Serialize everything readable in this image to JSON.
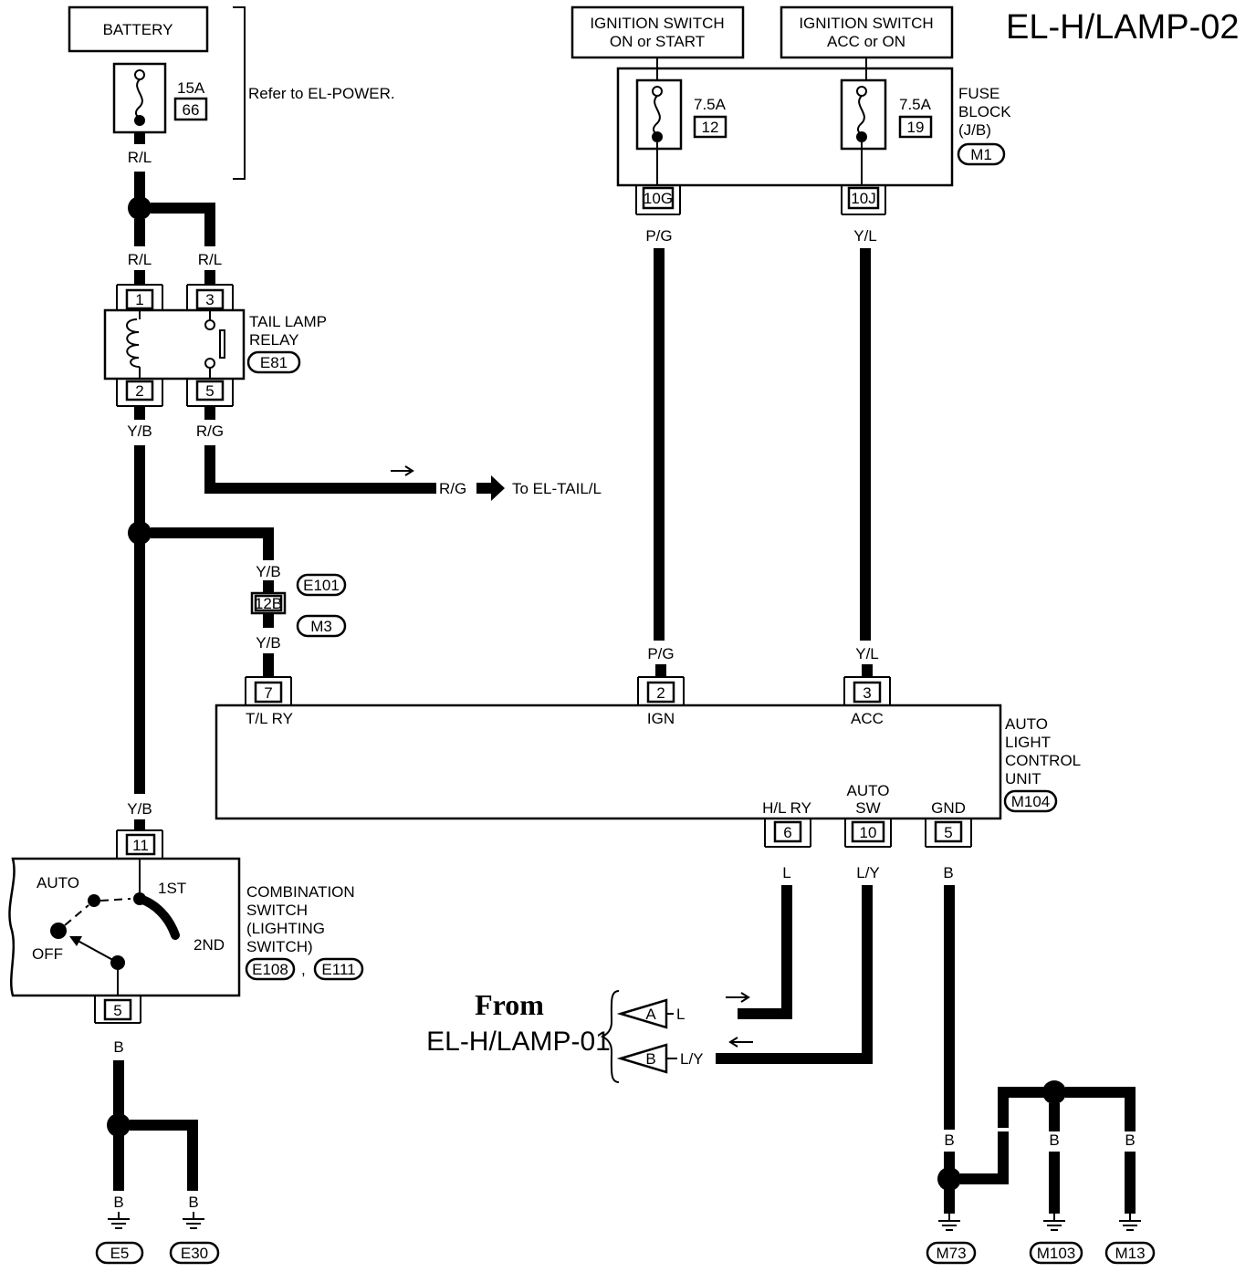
{
  "title": "EL-H/LAMP-02",
  "battery": {
    "label": "BATTERY",
    "fuse_rating": "15A",
    "fuse_no": "66",
    "ref_note": "Refer to EL-POWER."
  },
  "ign_on_start": {
    "line1": "IGNITION SWITCH",
    "line2": "ON or START"
  },
  "ign_acc_on": {
    "line1": "IGNITION SWITCH",
    "line2": "ACC or ON"
  },
  "fuse_block": {
    "line1": "FUSE",
    "line2": "BLOCK",
    "line3": "(J/B)",
    "connector": "M1",
    "fuse_a": {
      "rating": "7.5A",
      "no": "12",
      "terminal": "10G"
    },
    "fuse_b": {
      "rating": "7.5A",
      "no": "19",
      "terminal": "10J"
    }
  },
  "relay": {
    "line1": "TAIL LAMP",
    "line2": "RELAY",
    "connector": "E81",
    "pins": [
      "1",
      "3",
      "2",
      "5"
    ]
  },
  "to_tail": "To EL-TAIL/L",
  "joint": {
    "pin": "12B",
    "conn_top": "E101",
    "conn_bottom": "M3"
  },
  "control_unit": {
    "line1": "AUTO",
    "line2": "LIGHT",
    "line3": "CONTROL",
    "line4": "UNIT",
    "connector": "M104",
    "pins": {
      "tl": {
        "no": "7",
        "label": "T/L RY"
      },
      "ign": {
        "no": "2",
        "label": "IGN"
      },
      "acc": {
        "no": "3",
        "label": "ACC"
      },
      "hl": {
        "no": "6",
        "label": "H/L RY"
      },
      "auto1": "AUTO",
      "auto": {
        "no": "10",
        "label": "SW"
      },
      "gnd": {
        "no": "5",
        "label": "GND"
      }
    }
  },
  "combo_switch": {
    "line1": "COMBINATION",
    "line2": "SWITCH",
    "line3": "(LIGHTING",
    "line4": "SWITCH)",
    "conn_a": "E108",
    "conn_sep": ",",
    "conn_b": "E111",
    "pos_auto": "AUTO",
    "pos_1st": "1ST",
    "pos_2nd": "2ND",
    "pos_off": "OFF",
    "pin_top": "11",
    "pin_bottom": "5"
  },
  "from": {
    "line1": "From",
    "line2": "EL-H/LAMP-01",
    "a": "A",
    "b": "B"
  },
  "wires": {
    "rl": "R/L",
    "yb": "Y/B",
    "rg": "R/G",
    "pg": "P/G",
    "yl": "Y/L",
    "l": "L",
    "ly": "L/Y",
    "b": "B"
  },
  "grounds": [
    "E5",
    "E30",
    "M73",
    "M103",
    "M13"
  ]
}
